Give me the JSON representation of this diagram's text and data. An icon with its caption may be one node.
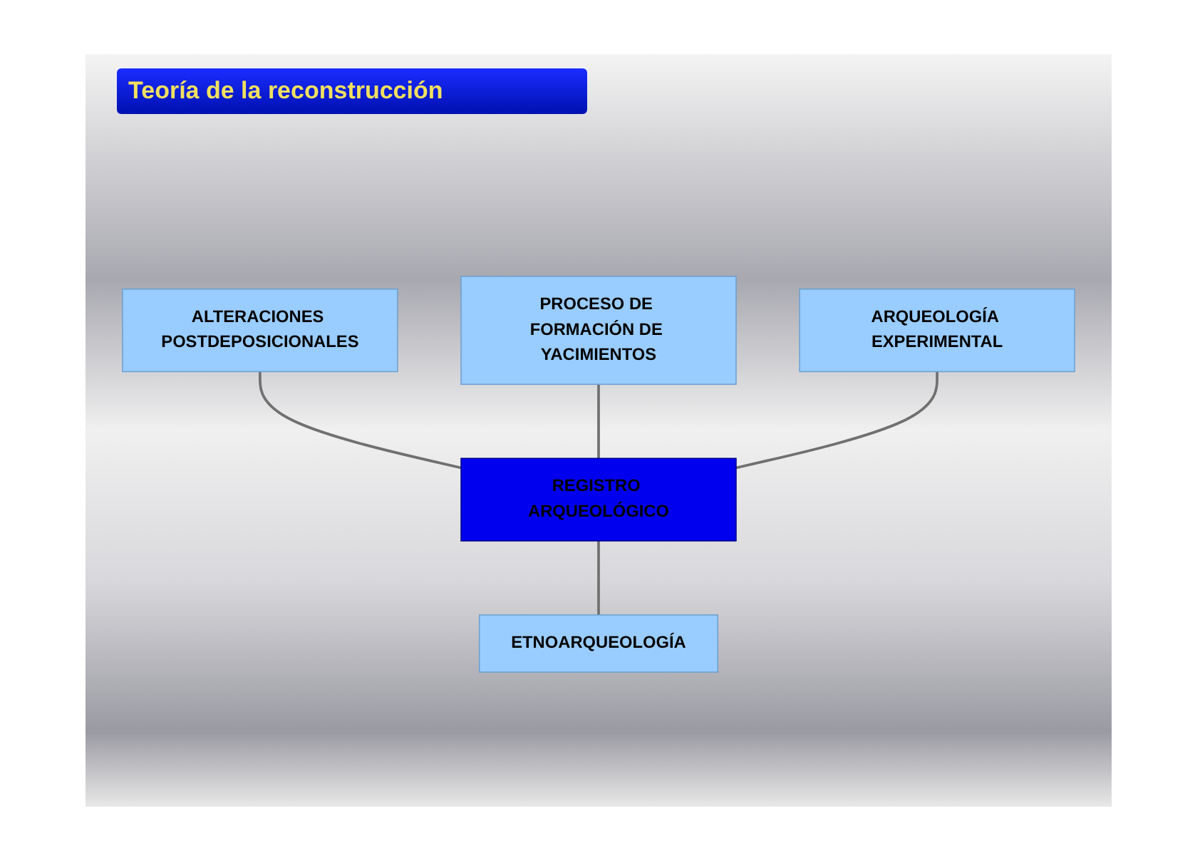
{
  "diagram": {
    "title": "Teoría de la reconstrucción",
    "nodes": [
      {
        "text": [
          "ALTERACIONES POSTDEPOSICIONALES"
        ]
      },
      {
        "text": [
          "PROCESO DE FORMACIÓN DE YACIMIENTOS"
        ]
      },
      {
        "text": [
          "ARQUEOLOGÍA EXPERIMENTAL"
        ]
      },
      {
        "text": [
          "REGISTRO ARQUEOLÓGICO"
        ]
      },
      {
        "text": [
          "ETNOARQUEOLOGÍA"
        ]
      }
    ],
    "edges": [
      {
        "from": 0,
        "to": 3,
        "arrow": "none"
      },
      {
        "from": 1,
        "to": 3,
        "arrow": "none"
      },
      {
        "from": 2,
        "to": 3,
        "arrow": "none"
      },
      {
        "from": 3,
        "to": 4,
        "arrow": "none"
      }
    ]
  }
}
